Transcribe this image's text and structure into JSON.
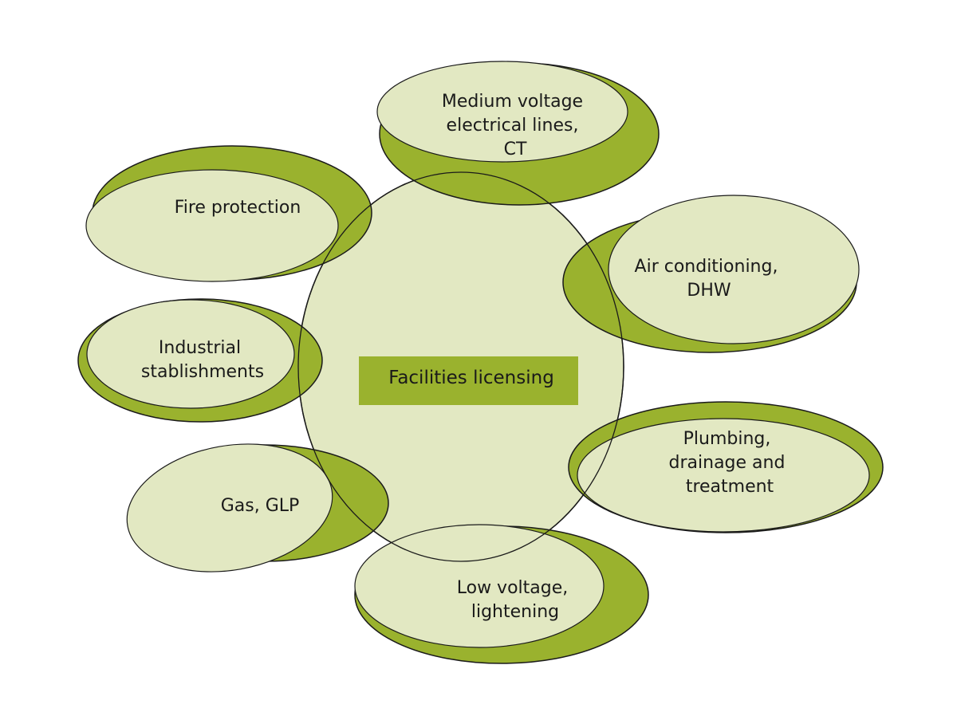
{
  "colors": {
    "dark": "#9ab22e",
    "light": "#e2e8c2",
    "stroke": "#1a1a1a",
    "background": "#ffffff"
  },
  "center": {
    "label": "Facilities licensing"
  },
  "nodes": [
    {
      "id": "medium-voltage",
      "lines": [
        "Medium voltage",
        "electrical lines,",
        "CT"
      ]
    },
    {
      "id": "fire-protection",
      "lines": [
        "Fire protection"
      ]
    },
    {
      "id": "air-conditioning",
      "lines": [
        "Air conditioning,",
        "DHW"
      ]
    },
    {
      "id": "industrial",
      "lines": [
        "Industrial",
        "stablishments"
      ]
    },
    {
      "id": "plumbing",
      "lines": [
        "Plumbing,",
        "drainage and",
        "treatment"
      ]
    },
    {
      "id": "gas",
      "lines": [
        "Gas, GLP"
      ]
    },
    {
      "id": "low-voltage",
      "lines": [
        "Low voltage,",
        "lightening"
      ]
    }
  ]
}
